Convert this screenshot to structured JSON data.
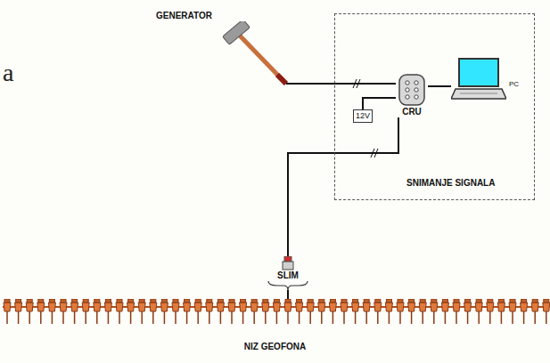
{
  "diagram": {
    "nodes": [
      {
        "text": [
          "GENERATOR"
        ]
      },
      {
        "text": [
          "SNIMANJE SIGNALA"
        ]
      },
      {
        "text": [
          "PC"
        ],
        "in": 1
      },
      {
        "text": [
          "CRU"
        ],
        "in": 1
      },
      {
        "text": [
          "12V"
        ],
        "in": 1
      },
      {
        "text": [
          "SLIM"
        ]
      },
      {
        "text": [
          "NIZ GEOFONA"
        ]
      }
    ],
    "edges": [
      {
        "from": 0,
        "to": 3,
        "arrow": "none"
      },
      {
        "from": 3,
        "to": 2,
        "arrow": "none"
      },
      {
        "from": 4,
        "to": 3,
        "arrow": "none"
      },
      {
        "from": 3,
        "to": 5,
        "arrow": "none"
      },
      {
        "from": 5,
        "to": 6,
        "arrow": "none"
      }
    ],
    "labels": [
      "a"
    ]
  }
}
